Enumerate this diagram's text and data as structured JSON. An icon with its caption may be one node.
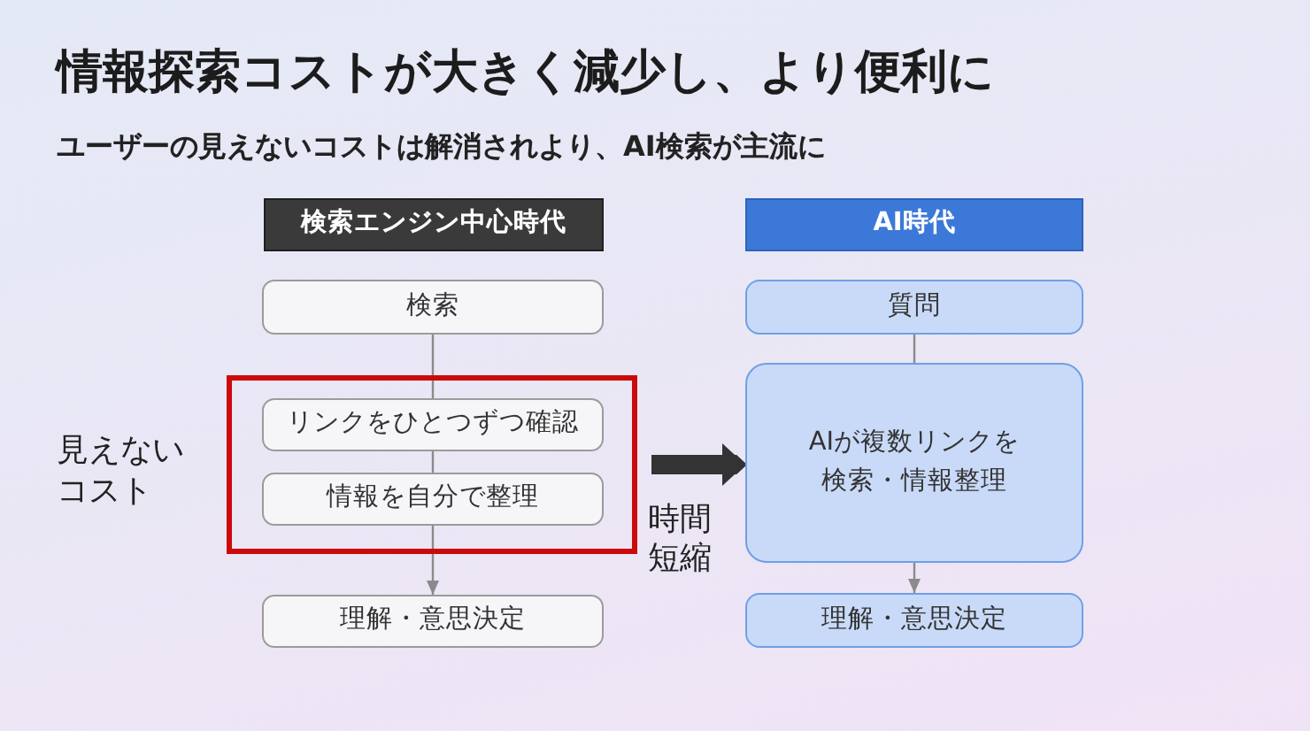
{
  "diagram": {
    "title": "情報探索コストが大きく減少し、より便利に",
    "nodes": [
      {
        "text": [
          "検索エンジン中心時代"
        ]
      },
      {
        "text": [
          "検索"
        ]
      },
      {
        "text": [],
        "shape": "box",
        "beside": [
          "見えないコスト"
        ]
      },
      {
        "text": [
          "リンクをひとつずつ確認"
        ],
        "in": 2
      },
      {
        "text": [
          "情報を自分で整理"
        ],
        "in": 2
      },
      {
        "text": [
          "理解・意思決定"
        ]
      },
      {
        "text": [
          "AI時代"
        ]
      },
      {
        "text": [
          "質問"
        ]
      },
      {
        "text": [
          "AIが複数リンクを検索・情報整理"
        ]
      },
      {
        "text": [
          "理解・意思決定"
        ]
      }
    ],
    "edges": [
      {
        "from": 1,
        "to": 3,
        "arrow": "none"
      },
      {
        "from": 3,
        "to": 4,
        "arrow": "none"
      },
      {
        "from": 4,
        "to": 5,
        "arrow": "to"
      },
      {
        "from": 7,
        "to": 8,
        "arrow": "none"
      },
      {
        "from": 8,
        "to": 9,
        "arrow": "to"
      },
      {
        "from": 2,
        "to": 8,
        "arrow": "to",
        "label": "時間短縮",
        "style": "thick",
        "color": "#333333"
      }
    ],
    "labels": [
      "ユーザーの見えないコストは解消されより、AI検索が主流に"
    ]
  }
}
